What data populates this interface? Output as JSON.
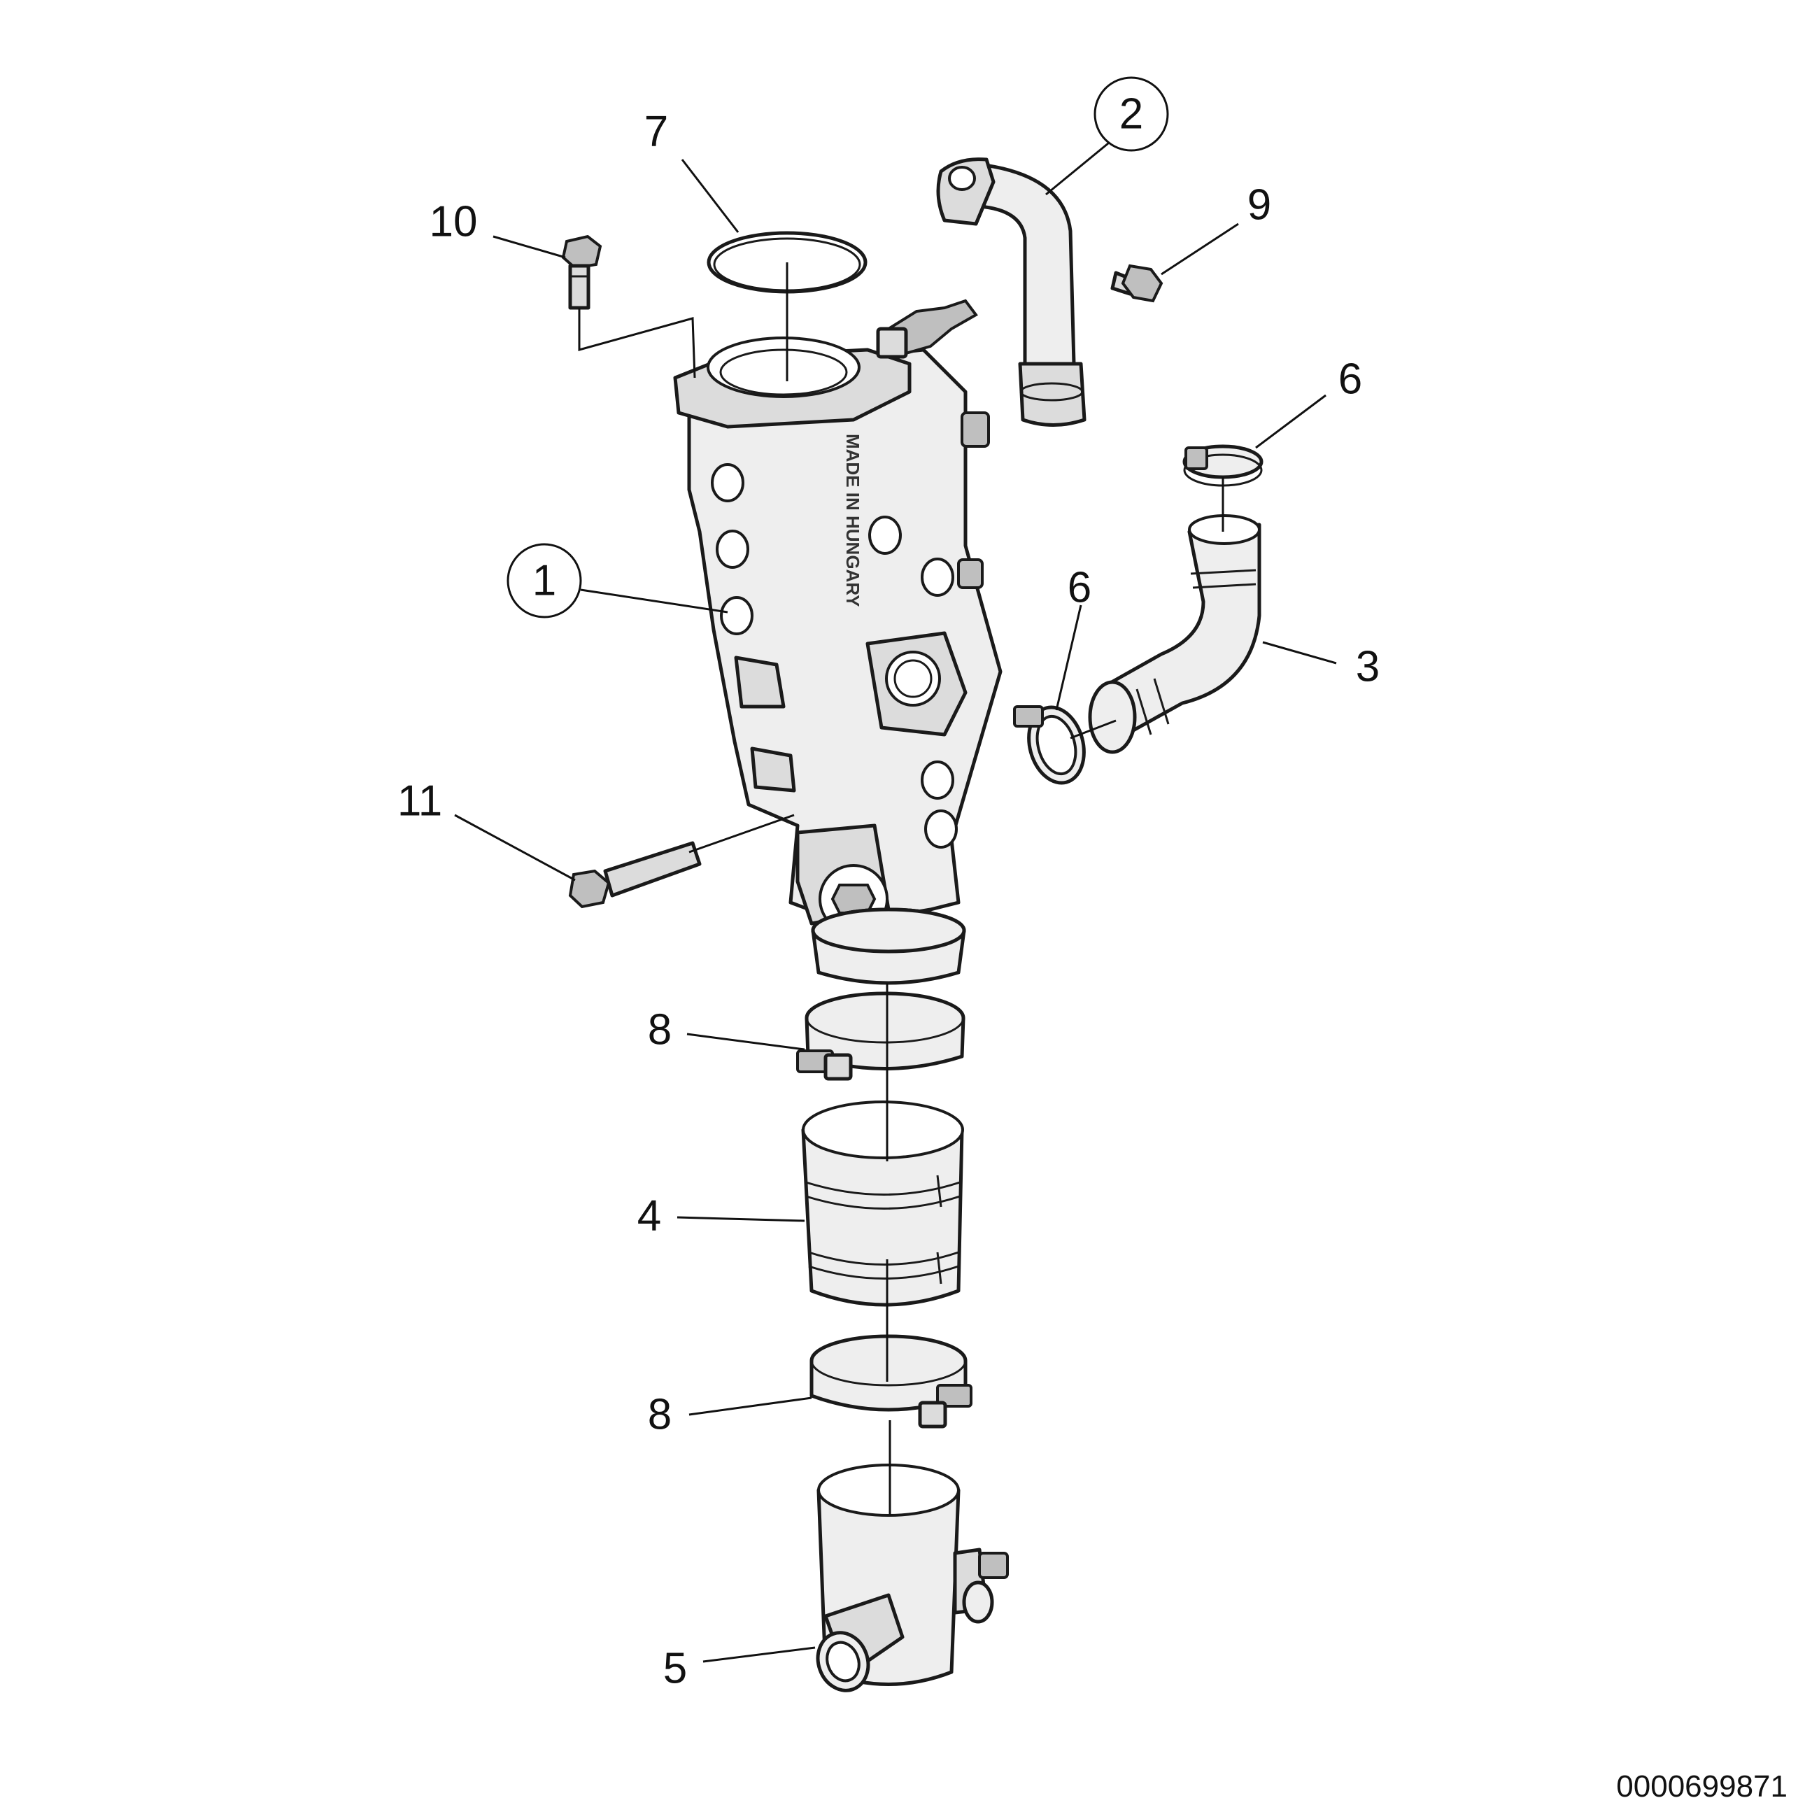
{
  "document_id": "0000699871",
  "callouts": {
    "c1": "1",
    "c2": "2",
    "c3": "3",
    "c4": "4",
    "c5": "5",
    "c6a": "6",
    "c6b": "6",
    "c7": "7",
    "c8a": "8",
    "c8b": "8",
    "c9": "9",
    "c10": "10",
    "c11": "11"
  },
  "casting_marking": "MADE IN HUNGARY"
}
